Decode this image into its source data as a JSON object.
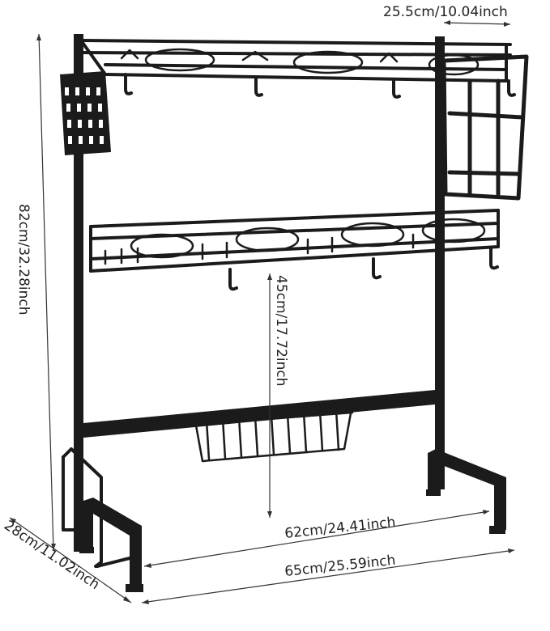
{
  "dimensions": {
    "top_width": "25.5cm/10.04inch",
    "total_height": "82cm/32.28inch",
    "inner_height": "45cm/17.72inch",
    "inner_width": "62cm/24.41inch",
    "outer_width": "65cm/25.59inch",
    "depth": "28cm/11.02inch"
  },
  "colors": {
    "frame": "#1b1b1b",
    "dimension_line": "#333333",
    "background": "#ffffff"
  }
}
